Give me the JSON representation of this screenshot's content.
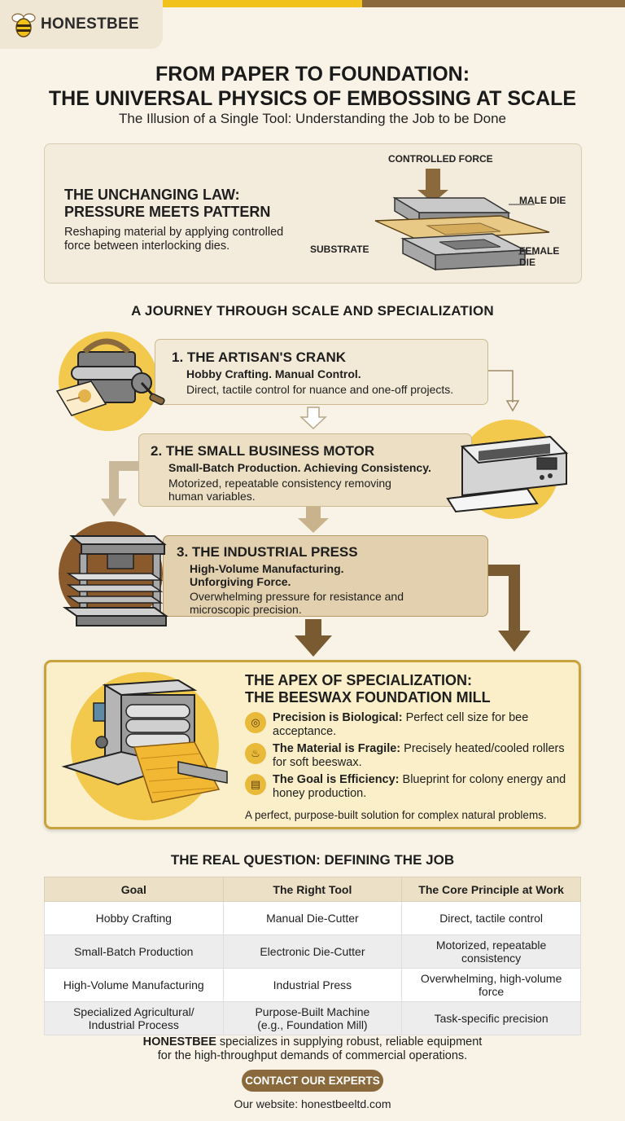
{
  "brand": {
    "name": "HONESTBEE"
  },
  "title": {
    "line1": "FROM PAPER TO FOUNDATION:",
    "line2": "THE UNIVERSAL PHYSICS OF EMBOSSING AT SCALE"
  },
  "subtitle": "The Illusion of a Single Tool: Understanding the Job to be Done",
  "law": {
    "title_line1": "THE UNCHANGING LAW:",
    "title_line2": "PRESSURE MEETS PATTERN",
    "description": "Reshaping material by applying controlled force between interlocking dies.",
    "labels": {
      "force": "CONTROLLED FORCE",
      "male": "MALE DIE",
      "substrate": "SUBSTRATE",
      "female_line1": "FEMALE",
      "female_line2": "DIE"
    }
  },
  "journey_heading": "A JOURNEY THROUGH SCALE AND SPECIALIZATION",
  "steps": [
    {
      "title": "1. THE ARTISAN'S CRANK",
      "subtitle": "Hobby Crafting. Manual Control.",
      "desc": "Direct, tactile control for nuance and one-off projects."
    },
    {
      "title": "2. THE SMALL BUSINESS MOTOR",
      "subtitle": "Small-Batch Production. Achieving Consistency.",
      "desc_line1": "Motorized, repeatable consistency removing",
      "desc_line2": "human variables."
    },
    {
      "title": "3. THE INDUSTRIAL PRESS",
      "subtitle_line1": "High-Volume Manufacturing.",
      "subtitle_line2": "Unforgiving Force.",
      "desc_line1": "Overwhelming pressure for resistance and",
      "desc_line2": "microscopic precision."
    }
  ],
  "apex": {
    "title_line1": "THE APEX OF SPECIALIZATION:",
    "title_line2": "THE BEESWAX FOUNDATION MILL",
    "items": [
      {
        "lead": "Precision is Biological:",
        "text": " Perfect cell size for bee acceptance.",
        "icon": "target-icon"
      },
      {
        "lead": "The Material is Fragile:",
        "text": " Precisely heated/cooled rollers for soft beeswax.",
        "icon": "flame-icon"
      },
      {
        "lead": "The Goal is Efficiency:",
        "text": " Blueprint for colony energy and honey production.",
        "icon": "clipboard-icon"
      }
    ],
    "footer": "A perfect, purpose-built solution for complex natural problems."
  },
  "question_heading": "THE REAL QUESTION: DEFINING THE JOB",
  "table": {
    "headers": [
      "Goal",
      "The Right Tool",
      "The Core Principle at Work"
    ],
    "rows": [
      [
        "Hobby Crafting",
        "Manual Die-Cutter",
        "Direct, tactile control"
      ],
      [
        "Small-Batch Production",
        "Electronic Die-Cutter",
        "Motorized, repeatable consistency"
      ],
      [
        "High-Volume Manufacturing",
        "Industrial Press",
        "Overwhelming, high-volume force"
      ],
      [
        "Specialized Agricultural/ Industrial Process",
        "Purpose-Built Machine (e.g., Foundation Mill)",
        "Task-specific precision"
      ]
    ]
  },
  "footer": {
    "brand": "HONESTBEE",
    "line1_rest": " specializes in supplying robust, reliable equipment",
    "line2": "for the high-throughput demands of commercial operations.",
    "button": "CONTACT OUR EXPERTS",
    "website": "Our website: honestbeeltd.com"
  },
  "colors": {
    "accent_yellow": "#f1c21b",
    "accent_brown": "#8a6a3c",
    "panel": "#f2ead6",
    "apex_border": "#c8a23c"
  }
}
